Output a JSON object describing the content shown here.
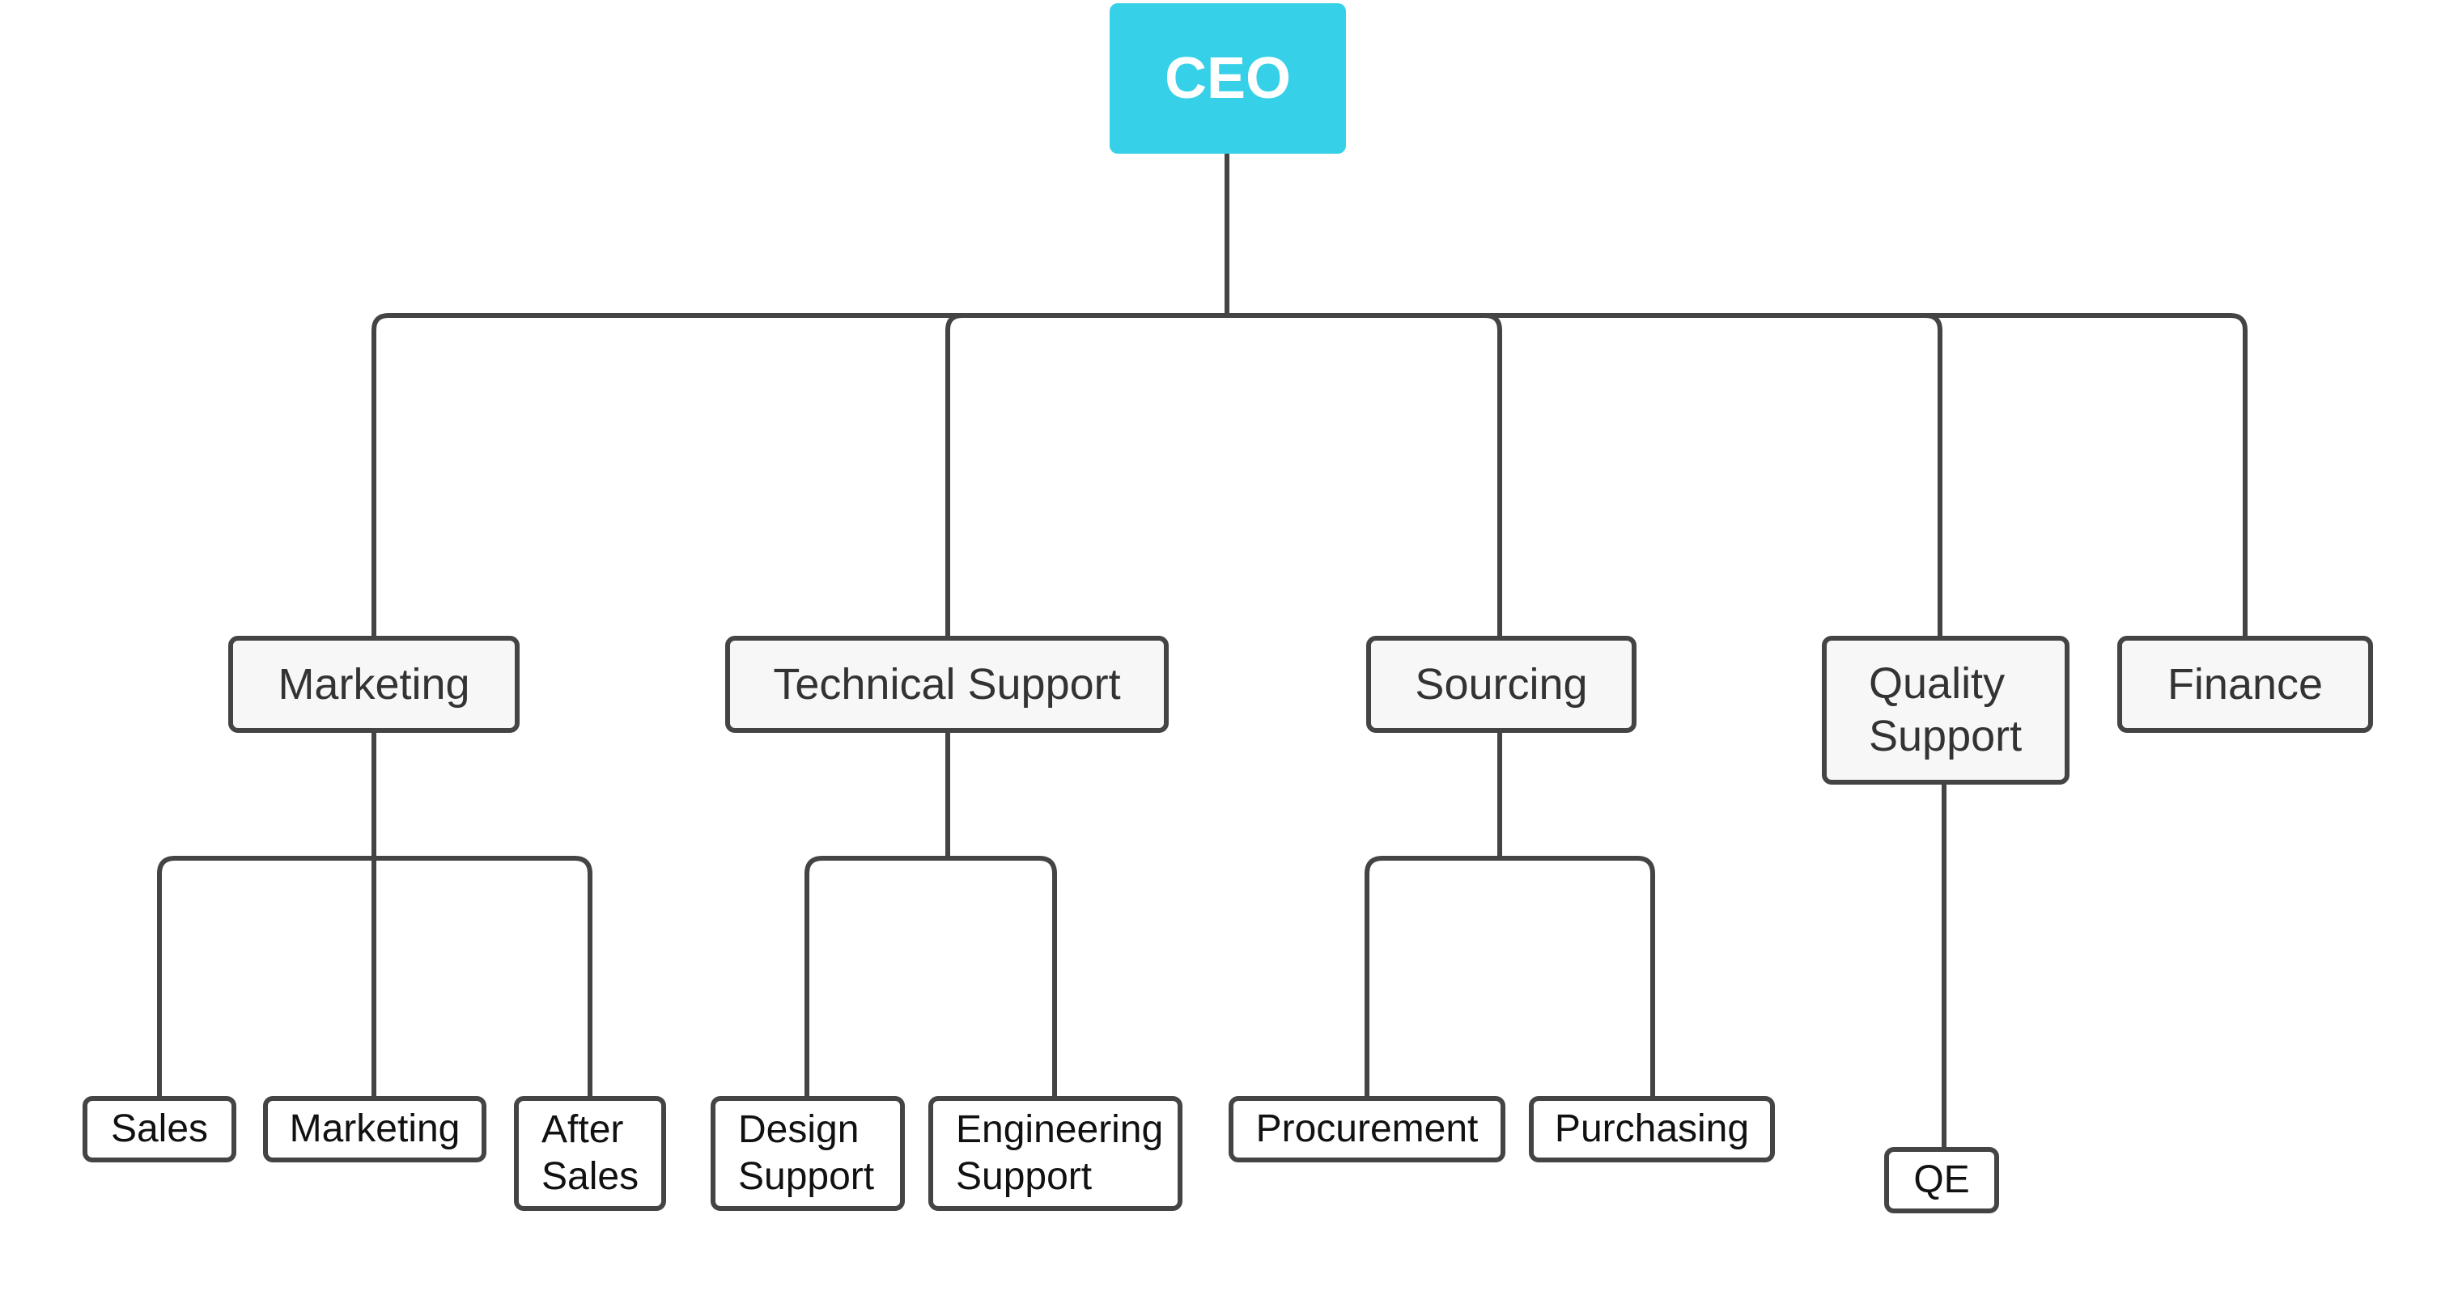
{
  "colors": {
    "ceo_fill": "#36d1e8",
    "line": "#444444",
    "box_fill": "#f7f7f7"
  },
  "org_chart": {
    "root": "CEO",
    "departments": [
      {
        "label": "Marketing",
        "children": [
          "Sales",
          "Marketing",
          "After\nSales"
        ]
      },
      {
        "label": "Technical Support",
        "children": [
          "Design\nSupport",
          "Engineering\nSupport"
        ]
      },
      {
        "label": "Sourcing",
        "children": [
          "Procurement",
          "Purchasing"
        ]
      },
      {
        "label": "Quality\nSupport",
        "children": [
          "QE"
        ]
      },
      {
        "label": "Finance",
        "children": []
      }
    ]
  }
}
